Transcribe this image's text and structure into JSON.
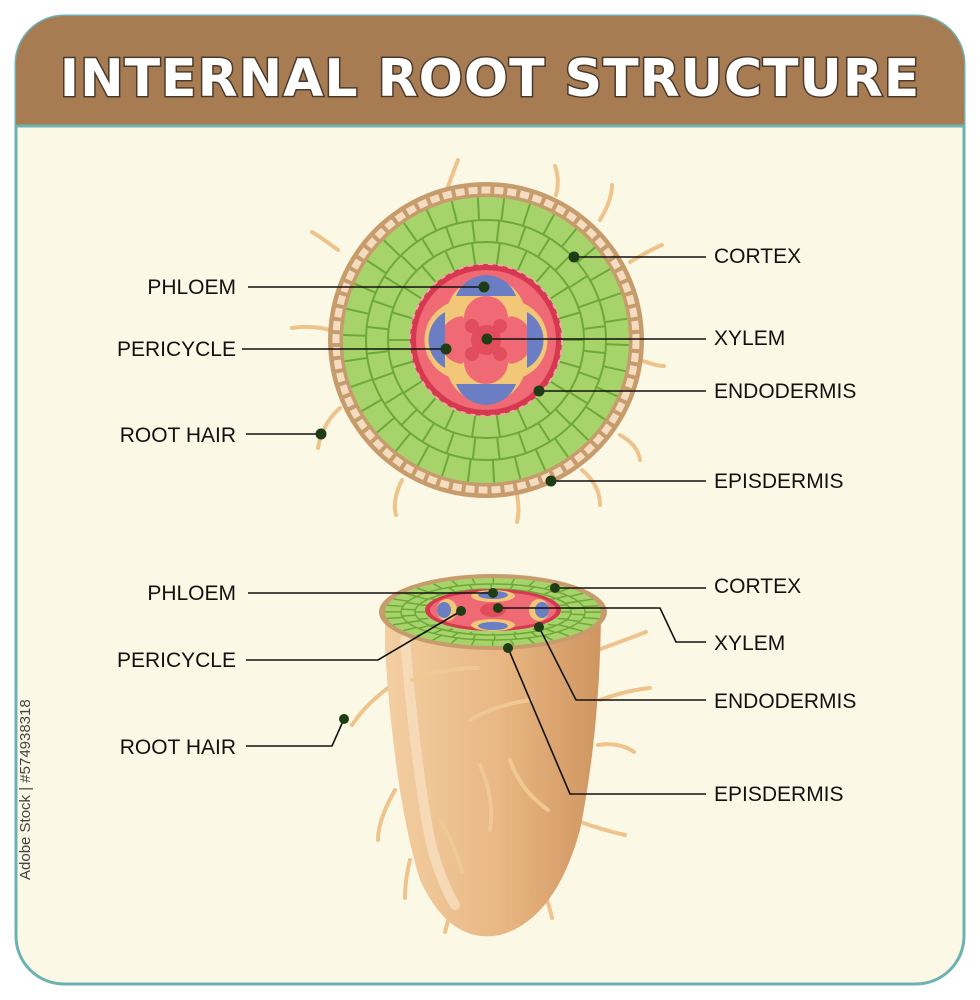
{
  "title": "INTERNAL ROOT STRUCTURE",
  "stock_id": "Adobe Stock | #574938318",
  "colors": {
    "header": "#a87c52",
    "panel": "#fcf8e6",
    "border": "#6cb2b2",
    "cortex": "#a6d36a",
    "cortex_dark": "#6fa83a",
    "epidermis": "#c79c6c",
    "endodermis": "#d6384f",
    "xylem": "#ef6a74",
    "phloem": "#6b7ec4",
    "pericycle": "#f2c777",
    "root_body": "#e8b682",
    "root_hair": "#eec38c"
  },
  "cross_section": {
    "labels_left": [
      "PHLOEM",
      "PERICYCLE",
      "ROOT HAIR"
    ],
    "labels_right": [
      "CORTEX",
      "XYLEM",
      "ENDODERMIS",
      "EPISDERMIS"
    ]
  },
  "root_tip": {
    "labels_left": [
      "PHLOEM",
      "PERICYCLE",
      "ROOT HAIR"
    ],
    "labels_right": [
      "CORTEX",
      "XYLEM",
      "ENDODERMIS",
      "EPISDERMIS"
    ]
  }
}
